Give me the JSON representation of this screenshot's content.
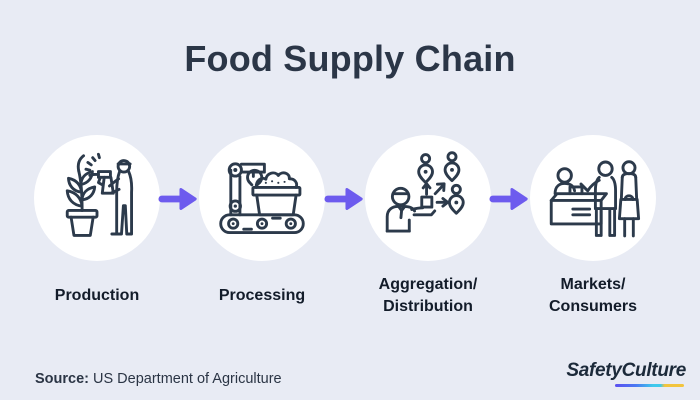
{
  "title": "Food Supply Chain",
  "stages": [
    {
      "icon": "plant-sprayer-icon",
      "label_lines": [
        "Production",
        ""
      ]
    },
    {
      "icon": "robot-conveyor-icon",
      "label_lines": [
        "Processing",
        ""
      ]
    },
    {
      "icon": "distribution-pins-icon",
      "label_lines": [
        "Aggregation/",
        "Distribution"
      ]
    },
    {
      "icon": "market-counter-icon",
      "label_lines": [
        "Markets/",
        "Consumers"
      ]
    }
  ],
  "source": {
    "label": "Source:",
    "text": "US Department of Agriculture"
  },
  "brand": {
    "part1": "Safety",
    "part2": "Culture"
  },
  "colors": {
    "background": "#E8EBF4",
    "circle": "#FFFFFF",
    "icon_stroke": "#2C3A4B",
    "title": "#2B3647",
    "label": "#131C2A",
    "arrow": "#6D5BEE",
    "brand_underline": [
      "#5C4FF0",
      "#4A78F2",
      "#3FC9EC",
      "#F2C43D"
    ]
  }
}
